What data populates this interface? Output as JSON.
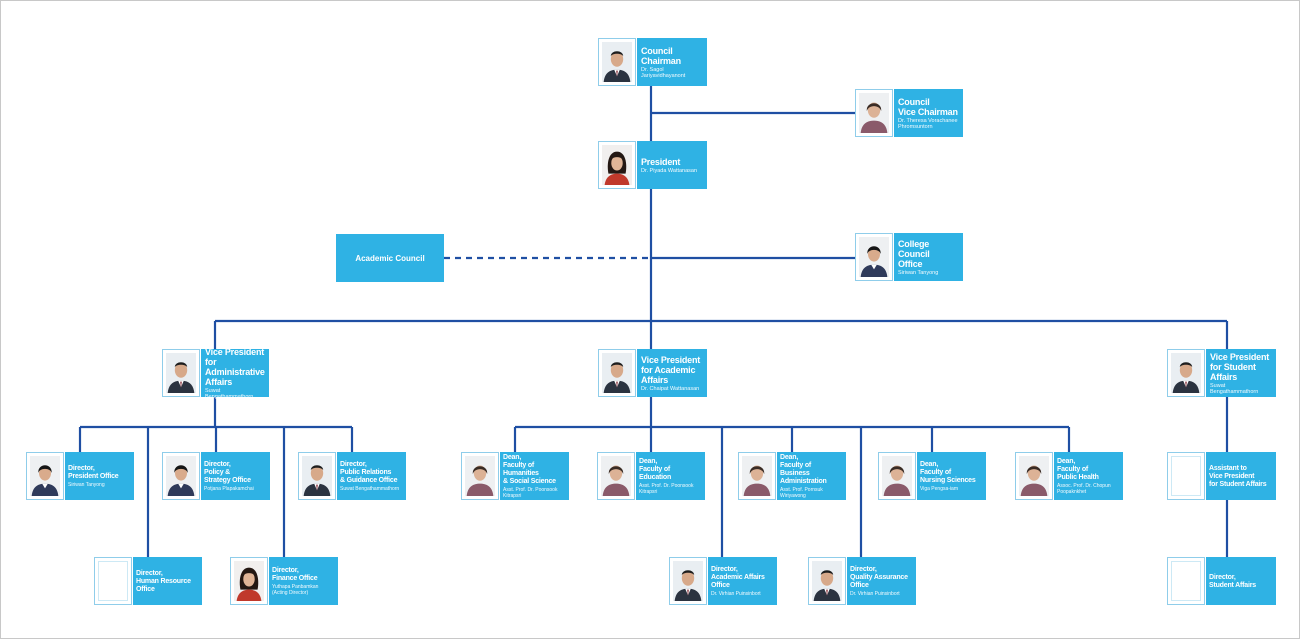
{
  "colors": {
    "box": "#2fb2e4",
    "line": "#1f4fa3"
  },
  "academic_council": {
    "label": "Academic Council"
  },
  "nodes": {
    "chairman": {
      "title": "Council Chairman",
      "name": "Dr. Sagol Jariyavidhayanont",
      "photo": "man-suit-icon"
    },
    "vice_chairman": {
      "title": "Council\nVice Chairman",
      "name": "Dr. Theresa Vorachanee\nPhromsuntorn",
      "photo": "woman-elder-icon"
    },
    "president": {
      "title": "President",
      "name": "Dr. Piyada Wattanasan",
      "photo": "woman-young-icon"
    },
    "college_council_office": {
      "title": "College Council\nOffice",
      "name": "Siriwan Tanyong",
      "photo": "woman-icon"
    },
    "vp_admin": {
      "title": "Vice President\nfor Administrative\nAffairs",
      "name": "Suwat Bengathammathorn",
      "photo": "man-suit-icon"
    },
    "vp_academic": {
      "title": "Vice President\nfor Academic Affairs",
      "name": "Dr. Chaipat Wattanasan",
      "photo": "man-suit-icon"
    },
    "vp_student": {
      "title": "Vice President\nfor Student Affairs",
      "name": "Suwat Bengathammathorn",
      "photo": "man-suit-icon"
    },
    "dir_president_office": {
      "title": "Director,\nPresident Office",
      "name": "Siriwan Tanyong",
      "photo": "woman-icon"
    },
    "dir_policy": {
      "title": "Director,\nPolicy &\nStrategy Office",
      "name": "Potjana Plapakamchai",
      "photo": "woman-icon"
    },
    "dir_pr": {
      "title": "Director,\nPublic Relations\n& Guidance Office",
      "name": "Suwat Bengathammathorn",
      "photo": "man-suit-icon"
    },
    "dir_hr": {
      "title": "Director,\nHuman Resource Office",
      "name": "",
      "photo": "empty"
    },
    "dir_finance": {
      "title": "Director,\nFinance Office",
      "name": "Yuthapa Panbamkan\n(Acting Director)",
      "photo": "woman-young-icon"
    },
    "dean_humanities": {
      "title": "Dean,\nFaculty of Humanities\n& Social Science",
      "name": "Asst. Prof. Dr. Poonsook Kitrapsri",
      "photo": "woman-elder-icon"
    },
    "dean_education": {
      "title": "Dean,\nFaculty of Education",
      "name": "Asst. Prof. Dr. Poonsook Kitrapsri",
      "photo": "woman-elder-icon"
    },
    "dean_business": {
      "title": "Dean,\nFaculty of\nBusiness Administration",
      "name": "Asst. Prof. Pornsuk Wiriyawong",
      "photo": "woman-elder-icon"
    },
    "dean_nursing": {
      "title": "Dean,\nFaculty of\nNursing Sciences",
      "name": "Viga Pengsa-iam",
      "photo": "woman-elder-icon"
    },
    "dean_health": {
      "title": "Dean,\nFaculty of\nPublic Health",
      "name": "Assoc. Prof. Dr. Chopun Poopaknkhet",
      "photo": "woman-elder-icon"
    },
    "dir_academic_affairs": {
      "title": "Director,\nAcademic Affairs Office",
      "name": "Dr. Virhian Puinsinbort",
      "photo": "man-suit-icon"
    },
    "dir_quality": {
      "title": "Director,\nQuality Assurance Office",
      "name": "Dr. Virhian Puinsinbort",
      "photo": "man-suit-icon"
    },
    "asst_vp_student": {
      "title": "Assistant to\nVice President\nfor Student Affairs",
      "name": "",
      "photo": "empty"
    },
    "dir_student_affairs": {
      "title": "Director,\nStudent Affairs",
      "name": "",
      "photo": "empty"
    }
  }
}
